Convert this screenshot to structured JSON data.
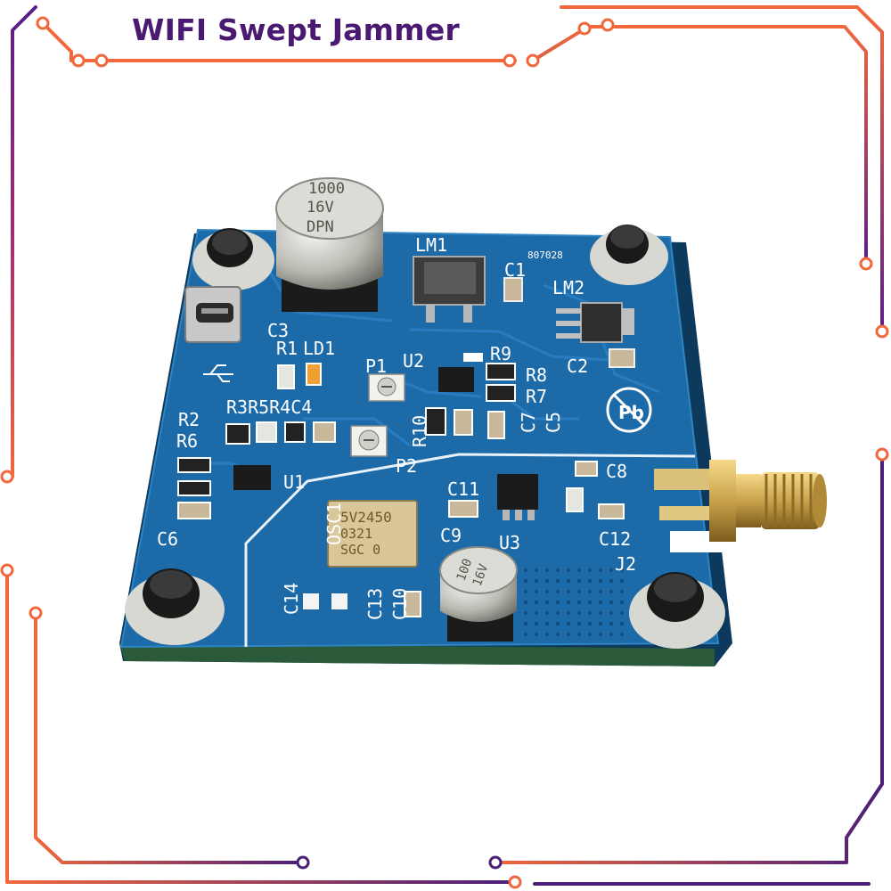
{
  "title": "WIFI Swept Jammer",
  "colors": {
    "title": "#4a1a72",
    "frame_orange": "#f0683c",
    "frame_purple": "#4b1e78",
    "pcb_blue": "#1d6aa8",
    "gold": "#c9a24a"
  },
  "board": {
    "code": "807028",
    "labels": {
      "lm1": "LM1",
      "lm2": "LM2",
      "c1": "C1",
      "c2": "C2",
      "c3": "C3",
      "r1": "R1",
      "ld1": "LD1",
      "p1": "P1",
      "u2": "U2",
      "r9": "R9",
      "r8": "R8",
      "r7": "R7",
      "r3r5r4c4": "R3R5R4C4",
      "r2": "R2",
      "r6": "R6",
      "r10": "R10",
      "c7": "C7",
      "c5": "C5",
      "p2": "P2",
      "u1": "U1",
      "c8": "C8",
      "c11": "C11",
      "c9": "C9",
      "u3": "U3",
      "c12": "C12",
      "j2": "J2",
      "c6": "C6",
      "osc1": "OSC1",
      "c14": "C14",
      "c13": "C13",
      "c10": "C10"
    },
    "big_cap": [
      "1000",
      "16V",
      "DPN"
    ],
    "small_cap": [
      "100",
      "16V"
    ],
    "osc_marking": [
      "5V2450",
      "0321",
      "SGC 0"
    ]
  }
}
